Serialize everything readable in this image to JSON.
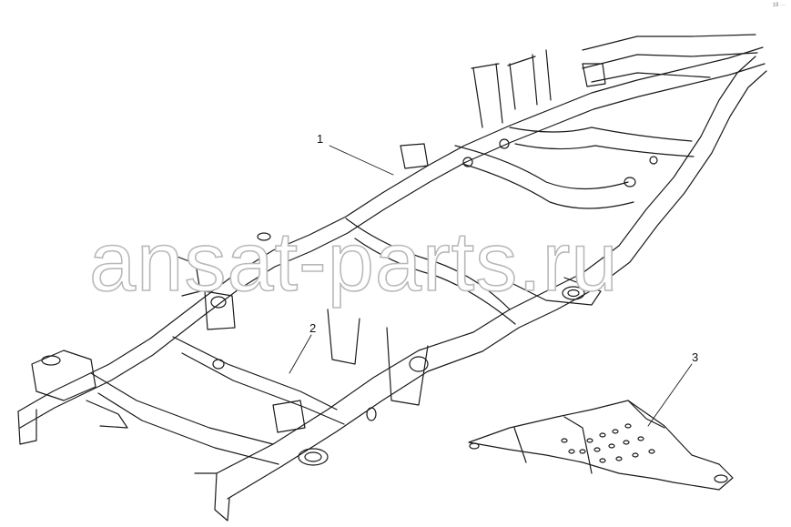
{
  "diagram": {
    "watermark": "ansat-parts.ru",
    "corner_code": "19 ···",
    "callouts": [
      {
        "id": "frame",
        "label": "1"
      },
      {
        "id": "crossmember",
        "label": "2"
      },
      {
        "id": "skid-plate",
        "label": "3"
      }
    ],
    "colors": {
      "line": "#1a1a1a",
      "watermark_stroke": "#b9b9b9",
      "background": "#ffffff"
    }
  }
}
